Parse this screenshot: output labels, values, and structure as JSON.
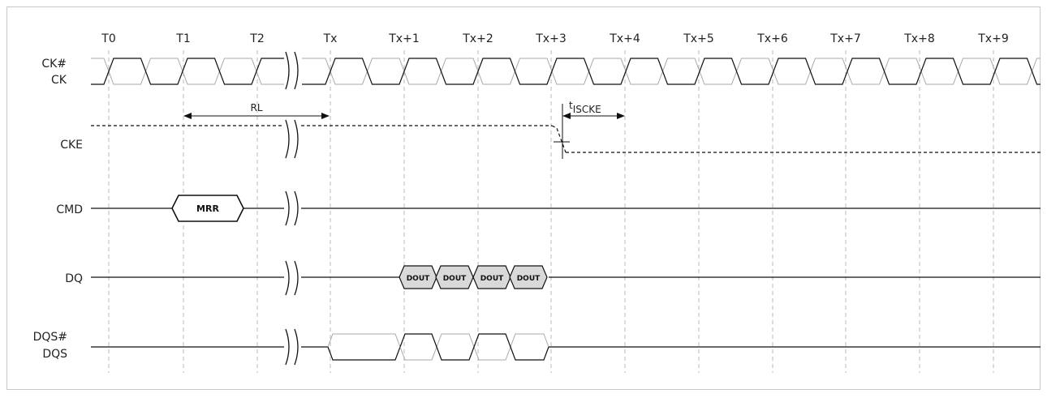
{
  "diagram": {
    "clock_labels": [
      "T0",
      "T1",
      "T2",
      "Tx",
      "Tx+1",
      "Tx+2",
      "Tx+3",
      "Tx+4",
      "Tx+5",
      "Tx+6",
      "Tx+7",
      "Tx+8",
      "Tx+9"
    ],
    "signals": {
      "ck_n": "CK#",
      "ck": "CK",
      "cke": "CKE",
      "cmd": "CMD",
      "dq": "DQ",
      "dqs_n": "DQS#",
      "dqs": "DQS"
    },
    "command": "MRR",
    "data_bursts": [
      "DOUT",
      "DOUT",
      "DOUT",
      "DOUT"
    ],
    "annotations": {
      "rl": "RL",
      "tiscke_sup": "t",
      "tiscke_main": "ISCKE"
    },
    "colors": {
      "signal": "#111111",
      "clock_complement": "#a8a8a8",
      "gridline": "#b8b8b8",
      "data_fill": "#d9d9d9"
    }
  }
}
